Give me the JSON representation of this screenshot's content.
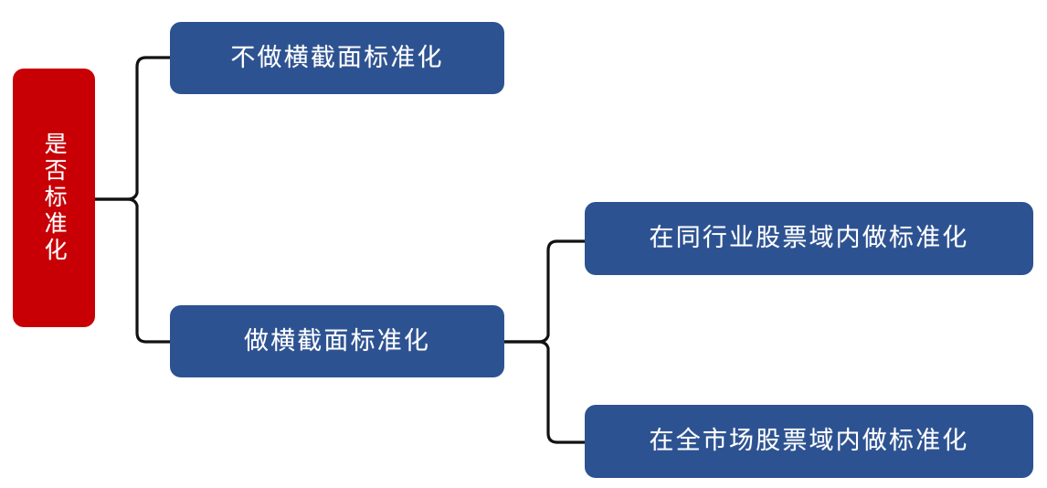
{
  "diagram": {
    "type": "decision-tree",
    "title_text": "",
    "colors": {
      "root_fill": "#C80006",
      "branch_fill": "#2D5291",
      "connector_stroke": "#121212",
      "text_color": "#FFFFFF",
      "background": "#FFFFFF"
    },
    "root": {
      "label": "是否标准化",
      "orientation": "vertical"
    },
    "level1": [
      {
        "label": "不做横截面标准化"
      },
      {
        "label": "做横截面标准化"
      }
    ],
    "level2": [
      {
        "label": "在同行业股票域内做标准化"
      },
      {
        "label": "在全市场股票域内做标准化"
      }
    ],
    "connectors": [
      {
        "name": "brace-root-to-level1",
        "from": "是否标准化",
        "to": [
          "不做横截面标准化",
          "做横截面标准化"
        ]
      },
      {
        "name": "brace-level1-to-level2",
        "from": "做横截面标准化",
        "to": [
          "在同行业股票域内做标准化",
          "在全市场股票域内做标准化"
        ]
      }
    ]
  }
}
